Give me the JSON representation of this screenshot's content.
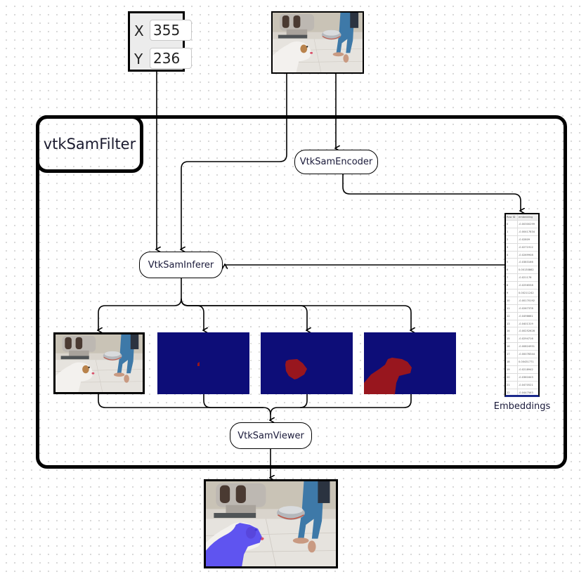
{
  "point_input": {
    "x_label": "X",
    "x_value": "355",
    "y_label": "Y",
    "y_value": "236"
  },
  "input_image": {
    "description": "photo of white bulldog and person holding food bowl"
  },
  "filter": {
    "title": "vtkSamFilter",
    "encoder_label": "VtkSamEncoder",
    "inferer_label": "VtkSamInferer",
    "viewer_label": "VtkSamViewer"
  },
  "embeddings": {
    "caption": "Embeddings",
    "columns": [
      "Row ID",
      "embedding"
    ],
    "rows": [
      [
        "0",
        "-0.00300299"
      ],
      [
        "1",
        "-0.00417834"
      ],
      [
        "2",
        "-0.02809"
      ],
      [
        "3",
        "-0.0271912"
      ],
      [
        "4",
        "-0.0269908"
      ],
      [
        "5",
        "-0.0383166"
      ],
      [
        "6",
        "0.00130862"
      ],
      [
        "7",
        "-0.021178"
      ],
      [
        "8",
        "-0.0256558"
      ],
      [
        "9",
        "0.00211242"
      ],
      [
        "10",
        "-0.00170192"
      ],
      [
        "11",
        "-0.0267378"
      ],
      [
        "12",
        "-0.0496661"
      ],
      [
        "13",
        "-0.0401319"
      ],
      [
        "14",
        "-0.00252628"
      ],
      [
        "15",
        "-0.0294716"
      ],
      [
        "16",
        "-0.00824951"
      ],
      [
        "17",
        "-0.00078344"
      ],
      [
        "18",
        "0.00431771"
      ],
      [
        "19",
        "-0.0218942"
      ],
      [
        "20",
        "-0.0361643"
      ],
      [
        "21",
        "-0.0470521"
      ],
      [
        "22",
        "-0.0447563"
      ],
      [
        "23",
        "-0.0276045"
      ]
    ]
  },
  "outputs": [
    {
      "name": "original-image"
    },
    {
      "name": "mask-small"
    },
    {
      "name": "mask-head"
    },
    {
      "name": "mask-full-dog"
    }
  ],
  "colors": {
    "mask_background": "#0d0d78",
    "mask_foreground": "#98161e",
    "overlay": "#4a3ef0"
  }
}
